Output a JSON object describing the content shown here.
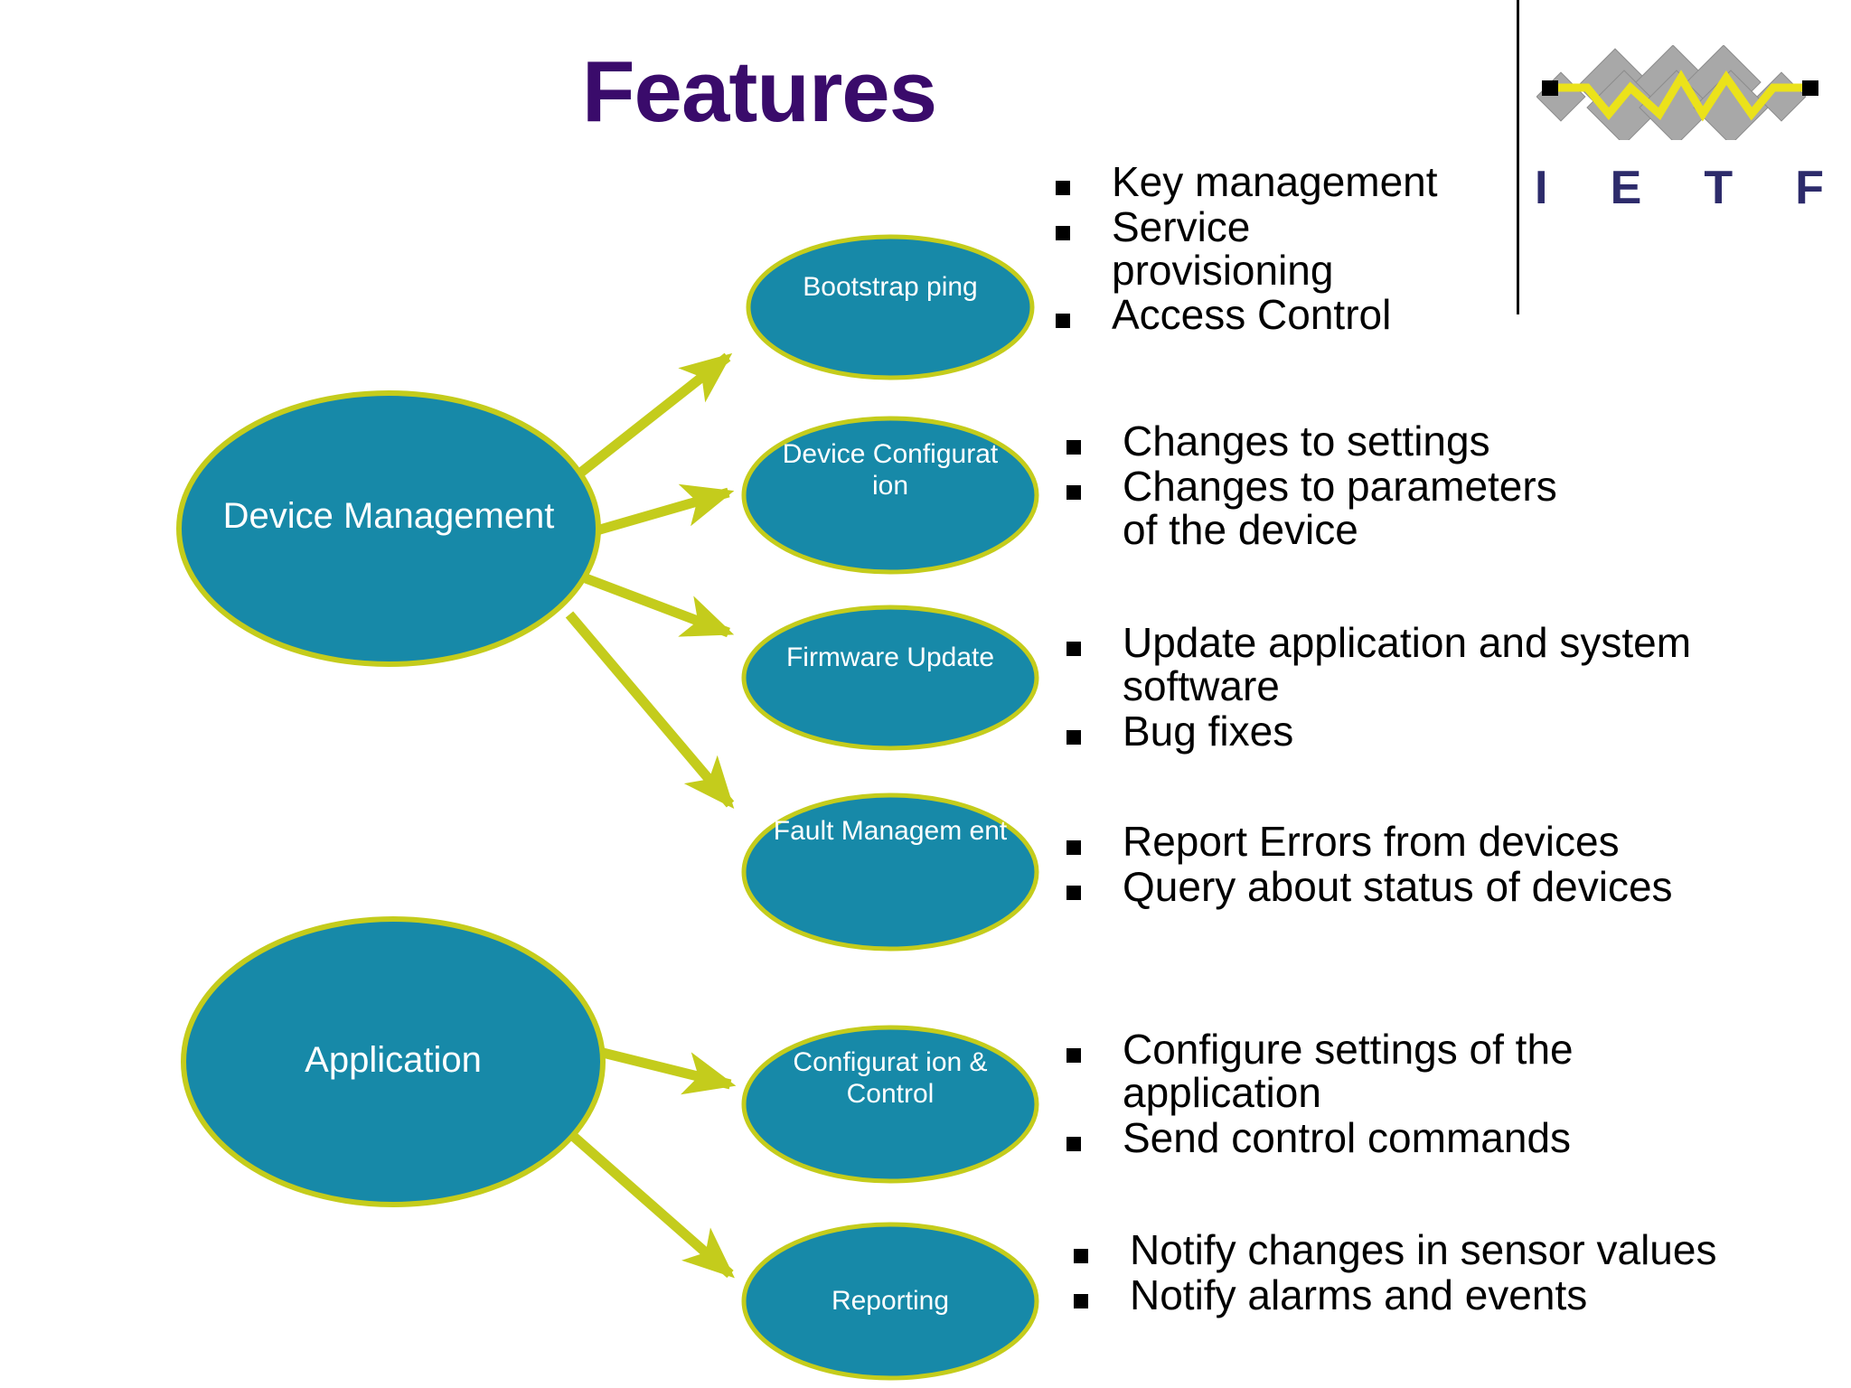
{
  "slide": {
    "title": "Features",
    "background_color": "#ffffff",
    "title_color": "#3A0B6B"
  },
  "logo": {
    "name": "ietf-logo",
    "letters": [
      "I",
      "E",
      "T",
      "F"
    ],
    "letter_color": "#2D2B6B",
    "diamond_color": "#A8A8A8",
    "zigzag_color": "#EBE21A"
  },
  "theme": {
    "node_fill": "#1789A8",
    "node_stroke": "#C4CC1C",
    "arrow_color": "#C4CC1C",
    "node_text": "#ffffff",
    "bullet_text": "#000000"
  },
  "diagram": {
    "parents": [
      {
        "id": "device-management",
        "label": "Device\nManagement"
      },
      {
        "id": "application",
        "label": "Application"
      }
    ],
    "children": [
      {
        "id": "bootstrapping",
        "label": "Bootstrap\nping"
      },
      {
        "id": "device-configuration",
        "label": "Device\nConfigurat\nion"
      },
      {
        "id": "firmware-update",
        "label": "Firmware\nUpdate"
      },
      {
        "id": "fault-management",
        "label": "Fault\nManagem\nent"
      },
      {
        "id": "configuration-control",
        "label": "Configurat\nion &\nControl"
      },
      {
        "id": "reporting",
        "label": "Reporting"
      }
    ]
  },
  "bullet_groups": [
    {
      "id": "bootstrapping-features",
      "items": [
        "Key management",
        "Service\nprovisioning",
        "Access Control"
      ]
    },
    {
      "id": "device-configuration-features",
      "items": [
        "Changes to settings",
        "Changes to parameters\nof the device"
      ]
    },
    {
      "id": "firmware-update-features",
      "items": [
        "Update application and system\nsoftware",
        "Bug fixes"
      ]
    },
    {
      "id": "fault-management-features",
      "items": [
        "Report Errors from devices",
        "Query about status of devices"
      ]
    },
    {
      "id": "configuration-control-features",
      "items": [
        "Configure settings of the\napplication",
        "Send control commands"
      ]
    },
    {
      "id": "reporting-features",
      "items": [
        "Notify changes in sensor values",
        "Notify alarms and events"
      ]
    }
  ]
}
